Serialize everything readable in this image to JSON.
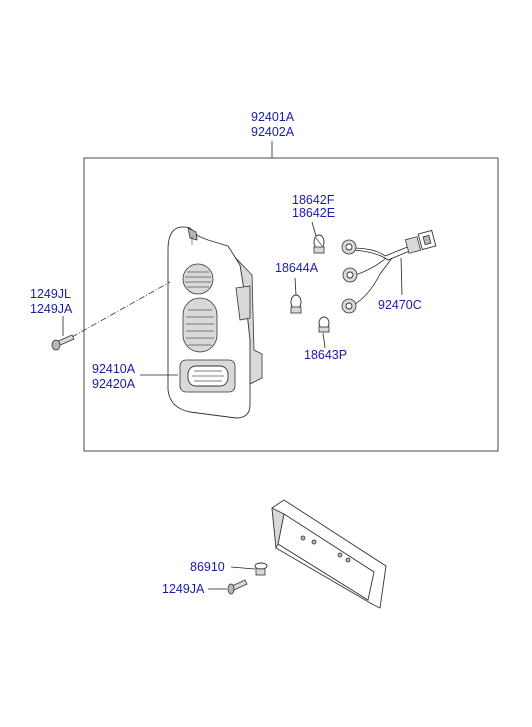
{
  "diagram": {
    "labels": {
      "assembly_a": "92401A",
      "assembly_b": "92402A",
      "bulb_a": "18642F",
      "bulb_b": "18642E",
      "bulb_socket": "18644A",
      "bulb_small": "18643P",
      "wiring": "92470C",
      "screw_a": "1249JL",
      "screw_b": "1249JA",
      "lens_a": "92410A",
      "lens_b": "92420A",
      "grommet": "86910",
      "plate_screw": "1249JA"
    }
  }
}
